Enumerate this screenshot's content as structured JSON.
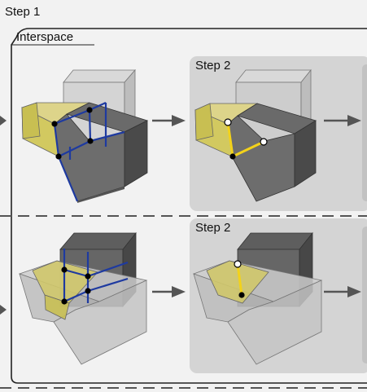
{
  "step1_label": "Step 1",
  "interspace_label": "Interspace",
  "step2_top_label": "Step 2",
  "step2_bottom_label": "Step 2",
  "colors": {
    "background": "#f2f2f2",
    "panel": "#d4d4d4",
    "frame": "#222222",
    "dashed": "#555555",
    "yellow_face": "#d8d07a",
    "yellow_edge": "#f3d21a",
    "blue_edge": "#1e3aa0",
    "dark_face": "#555555",
    "light_face": "#c6c6c6",
    "arrow": "#555555"
  }
}
